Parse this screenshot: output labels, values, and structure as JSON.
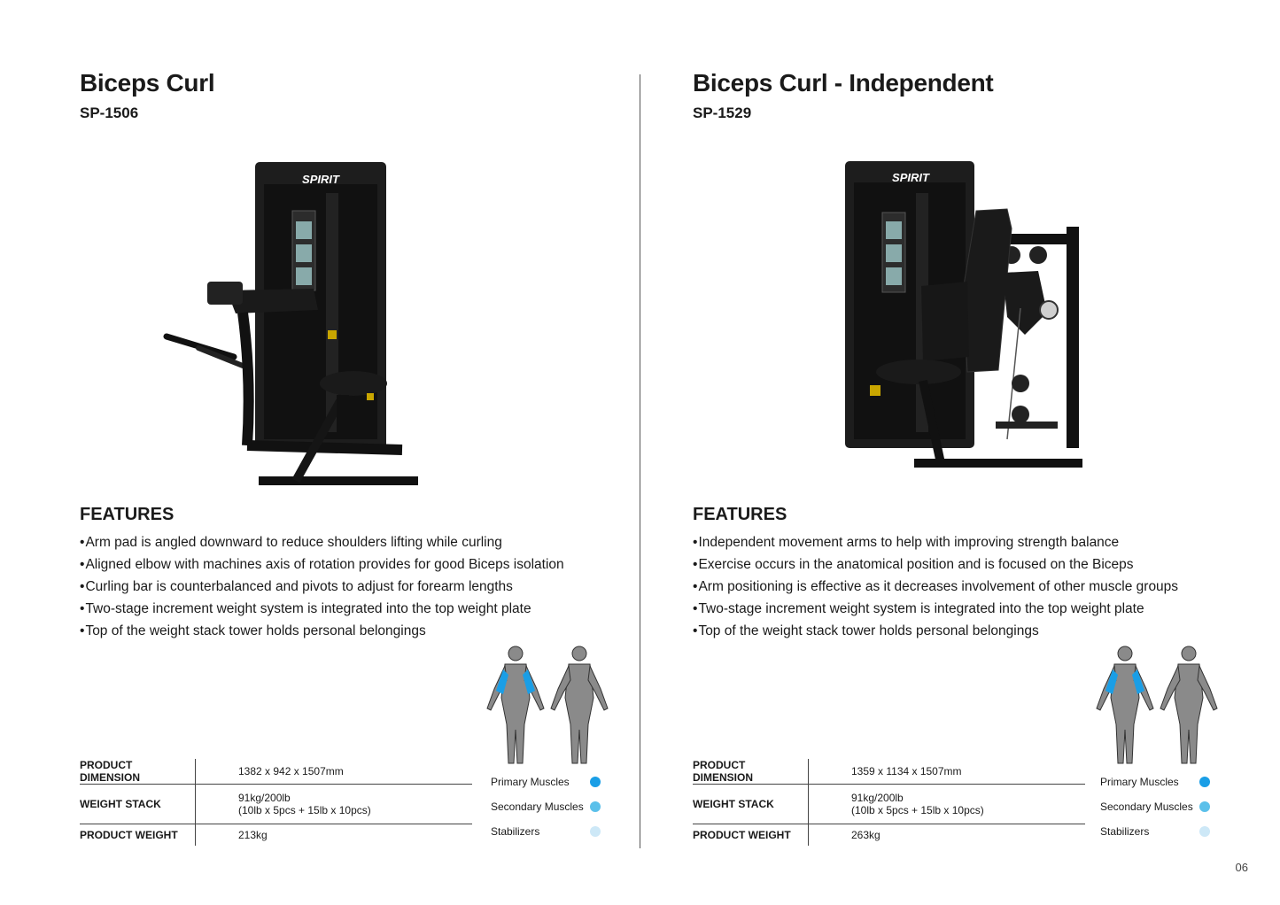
{
  "page_number": "06",
  "colors": {
    "primary": "#1a9ee6",
    "secondary": "#5bc0ea",
    "stabilizer": "#cde8f7"
  },
  "products": [
    {
      "name": "Biceps Curl",
      "model": "SP-1506",
      "brand_logo": "SPIRIT",
      "features_heading": "FEATURES",
      "features": [
        "Arm pad is angled downward to reduce shoulders lifting while curling",
        "Aligned elbow with machines axis of rotation provides for good Biceps isolation",
        "Curling bar is counterbalanced and pivots to adjust for forearm lengths",
        "Two-stage increment weight system is integrated into the top weight plate",
        "Top of the weight stack tower holds personal belongings"
      ],
      "specs": {
        "dimension_label": "PRODUCT DIMENSION",
        "dimension_value": "1382 x 942 x 1507mm",
        "weight_stack_label": "WEIGHT STACK",
        "weight_stack_value_1": "91kg/200lb",
        "weight_stack_value_2": "(10lb x 5pcs + 15lb x 10pcs)",
        "weight_label": "PRODUCT WEIGHT",
        "weight_value": "213kg"
      },
      "legend": {
        "primary": "Primary Muscles",
        "secondary": "Secondary Muscles",
        "stabilizers": "Stabilizers"
      }
    },
    {
      "name": "Biceps Curl - Independent",
      "model": "SP-1529",
      "brand_logo": "SPIRIT",
      "features_heading": "FEATURES",
      "features": [
        "Independent movement arms to help with improving strength balance",
        "Exercise occurs in the anatomical position and is focused on the Biceps",
        "Arm positioning is effective as it decreases involvement of other muscle groups",
        "Two-stage increment weight system is integrated into the top weight plate",
        "Top of the weight stack tower holds personal belongings"
      ],
      "specs": {
        "dimension_label": "PRODUCT DIMENSION",
        "dimension_value": "1359 x 1134 x 1507mm",
        "weight_stack_label": "WEIGHT STACK",
        "weight_stack_value_1": "91kg/200lb",
        "weight_stack_value_2": "(10lb x 5pcs + 15lb x 10pcs)",
        "weight_label": "PRODUCT WEIGHT",
        "weight_value": "263kg"
      },
      "legend": {
        "primary": "Primary Muscles",
        "secondary": "Secondary Muscles",
        "stabilizers": "Stabilizers"
      }
    }
  ]
}
